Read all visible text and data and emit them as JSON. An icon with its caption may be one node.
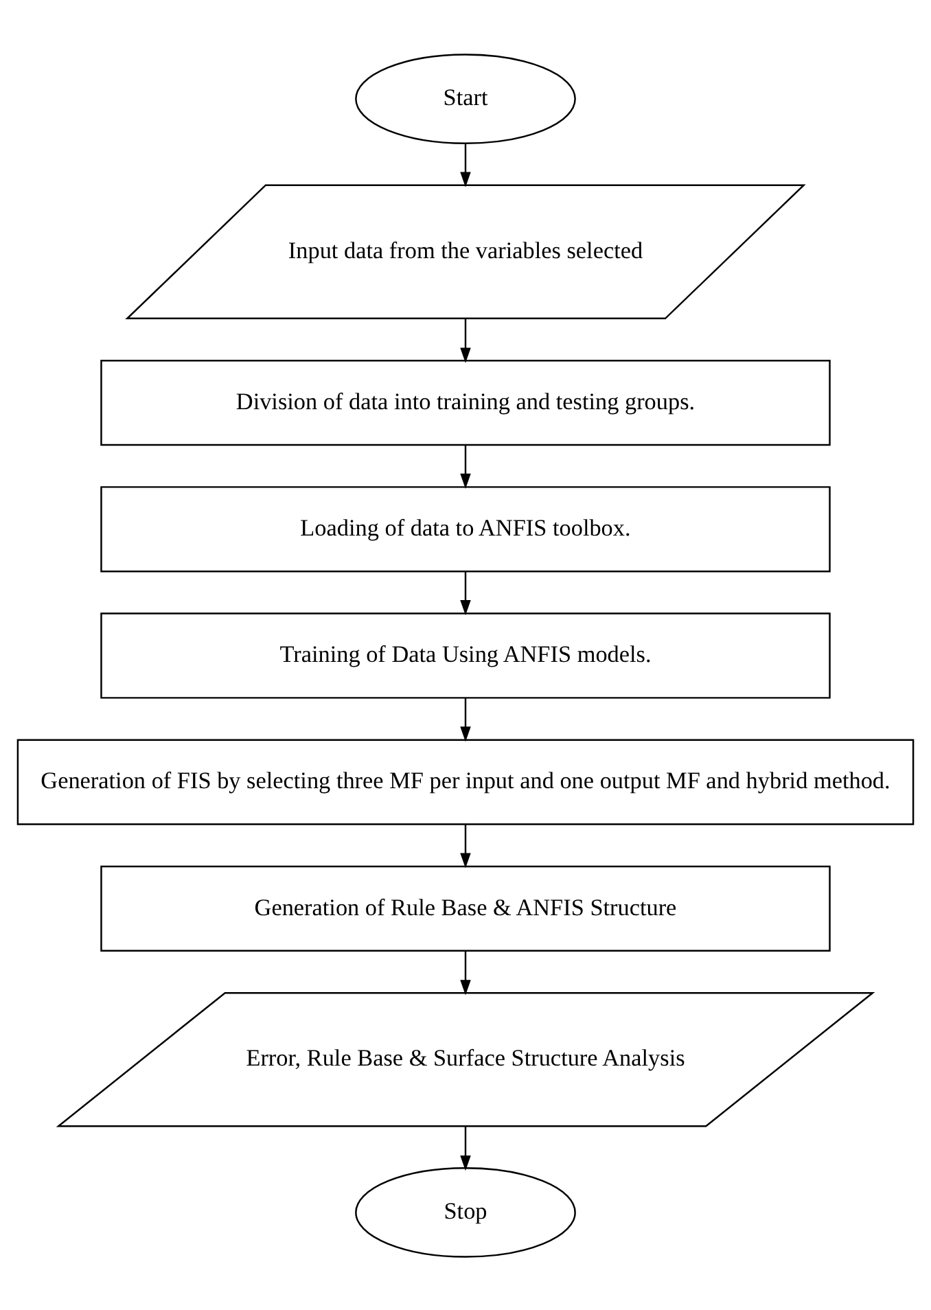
{
  "diagram": {
    "nodes": [
      {
        "text": [
          "Start"
        ]
      },
      {
        "text": [
          "Input data from the variables selected"
        ]
      },
      {
        "text": [
          "Division of data into training and testing groups."
        ]
      },
      {
        "text": [
          "Loading of data to ANFIS toolbox."
        ]
      },
      {
        "text": [
          "Training of Data Using ANFIS models."
        ]
      },
      {
        "text": [
          "Generation of FIS by selecting three MF per input and one output MF and hybrid method."
        ]
      },
      {
        "text": [
          "Generation of Rule Base & ANFIS Structure"
        ]
      },
      {
        "text": [
          "Error, Rule Base & Surface Structure Analysis"
        ]
      },
      {
        "text": [
          "Stop"
        ]
      }
    ],
    "edges": [
      {
        "from": 0,
        "to": 1,
        "arrow": "to"
      },
      {
        "from": 1,
        "to": 2,
        "arrow": "to"
      },
      {
        "from": 2,
        "to": 3,
        "arrow": "to"
      },
      {
        "from": 3,
        "to": 4,
        "arrow": "to"
      },
      {
        "from": 4,
        "to": 5,
        "arrow": "to"
      },
      {
        "from": 5,
        "to": 6,
        "arrow": "to"
      },
      {
        "from": 6,
        "to": 7,
        "arrow": "to"
      },
      {
        "from": 7,
        "to": 8,
        "arrow": "to"
      }
    ]
  }
}
